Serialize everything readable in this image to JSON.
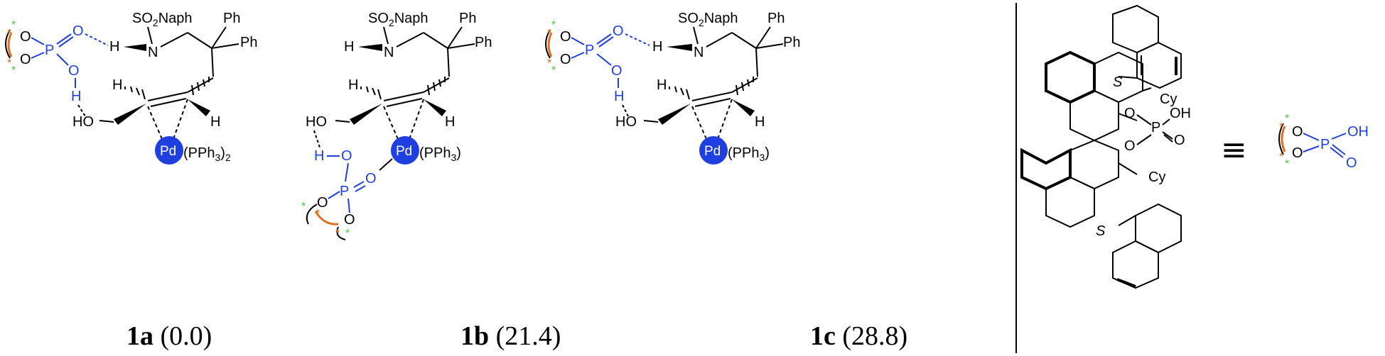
{
  "captions": {
    "a": {
      "label": "1a",
      "value": "(0.0)"
    },
    "b": {
      "label": "1b",
      "value": "(21.4)"
    },
    "c": {
      "label": "1c",
      "value": "(28.8)"
    }
  },
  "labels": {
    "so2naph": "SO",
    "so2naph_sub": "2",
    "so2naph_tail": "Naph",
    "ph": "Ph",
    "n": "N",
    "h": "H",
    "ho": "HO",
    "o": "O",
    "p": "P",
    "oh": "OH",
    "pd": "Pd",
    "pph3_2": "(PPh",
    "pph3_2_sub": "3",
    "pph3_2_tail": ")",
    "pph3_2_outer": "2",
    "pph3": "(PPh",
    "pph3_sub": "3",
    "pph3_tail": ")",
    "cy": "Cy",
    "s": "S",
    "star": "*",
    "equiv": "≡"
  },
  "colors": {
    "phosphate": "#1f3fe0",
    "pd": "#1f3fe0",
    "backbone": "#e07020",
    "star_green": "#44cc44",
    "star_orange": "#e07020"
  }
}
